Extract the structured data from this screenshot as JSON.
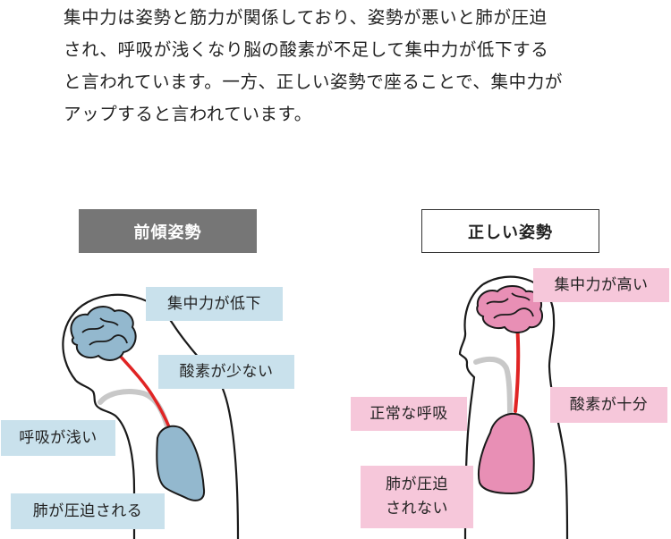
{
  "intro": {
    "lines": [
      "集中力は姿勢と筋力が関係しており、姿勢が悪いと肺が圧迫",
      "され、呼吸が浅くなり脳の酸素が不足して集中力が低下する",
      "と言われています。一方、正しい姿勢で座ることで、集中力が",
      "アップすると言われています。"
    ]
  },
  "bad_posture": {
    "title": "前傾姿勢",
    "labels": {
      "concentration": "集中力が低下",
      "oxygen": "酸素が少ない",
      "breathing": "呼吸が浅い",
      "lung": "肺が圧迫される"
    }
  },
  "good_posture": {
    "title": "正しい姿勢",
    "labels": {
      "concentration": "集中力が高い",
      "oxygen": "酸素が十分",
      "breathing": "正常な呼吸",
      "lung_line1": "肺が圧迫",
      "lung_line2": "されない"
    }
  },
  "colors": {
    "bad_tag_bg": "#767676",
    "blue_label_bg": "#c9e1ec",
    "pink_label_bg": "#f6c7da",
    "blue_organ": "#93b8ce",
    "pink_organ": "#e88fb5",
    "artery_red": "#e02424",
    "airway_gray": "#c8c8c8"
  }
}
